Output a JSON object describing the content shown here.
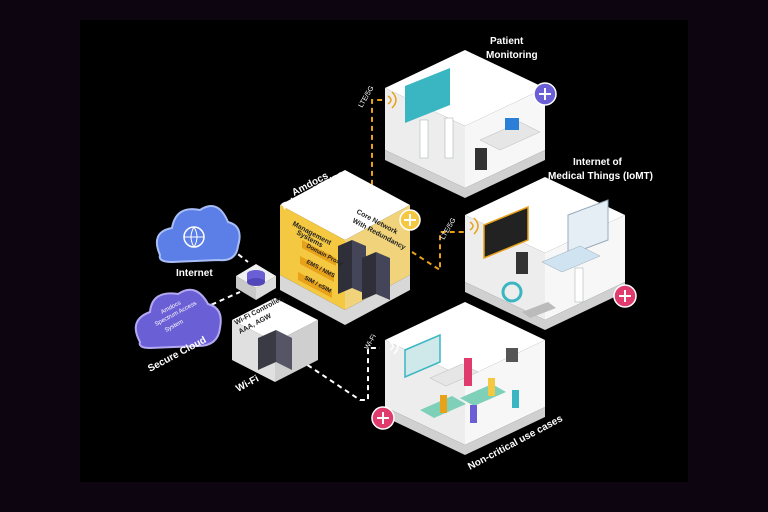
{
  "labels": {
    "internet": "Internet",
    "secure_cloud": "Secure Cloud",
    "cloud_text_1": "Amdocs",
    "cloud_text_2": "Spectrum Access",
    "cloud_text_3": "System",
    "private_title_1": "Amdocs",
    "private_title_2": "Private LTE/5G",
    "management_1": "Management",
    "management_2": "Systems",
    "core_1": "Core Network",
    "core_2": "With Redundancy",
    "domain_proxy": "Domain Proxy",
    "ems_nms": "EMS / NMS",
    "sim_esim": "SIM / eSIM",
    "wifi_ctrl_1": "Wi-Fi Controller,",
    "wifi_ctrl_2": "AAA, AGW",
    "wifi": "Wi-Fi",
    "patient_1": "Patient",
    "patient_2": "Monitoring",
    "iomt_1": "Internet of",
    "iomt_2": "Medical Things (IoMT)",
    "noncritical": "Non-critical use cases",
    "lte_tag_1": "LTE/5G",
    "lte_tag_2": "LTE/5G",
    "wifi_tag": "Wi-Fi"
  },
  "icons": {
    "plus": "plus-icon",
    "cloud": "cloud-icon",
    "globe": "globe-icon",
    "database": "database-icon",
    "signal": "signal-icon",
    "server": "server-icon"
  },
  "colors": {
    "background": "#0d0610",
    "box_face": "#e9e9e9",
    "box_top": "#ffffff",
    "box_side": "#c9c9c9",
    "accent_yellow": "#f5c842",
    "accent_purple": "#6b5fd6",
    "accent_pink": "#e03b6d",
    "cloud_blue": "#5b7fe6",
    "link_orange": "#e8a21a",
    "link_white": "#ffffff"
  }
}
